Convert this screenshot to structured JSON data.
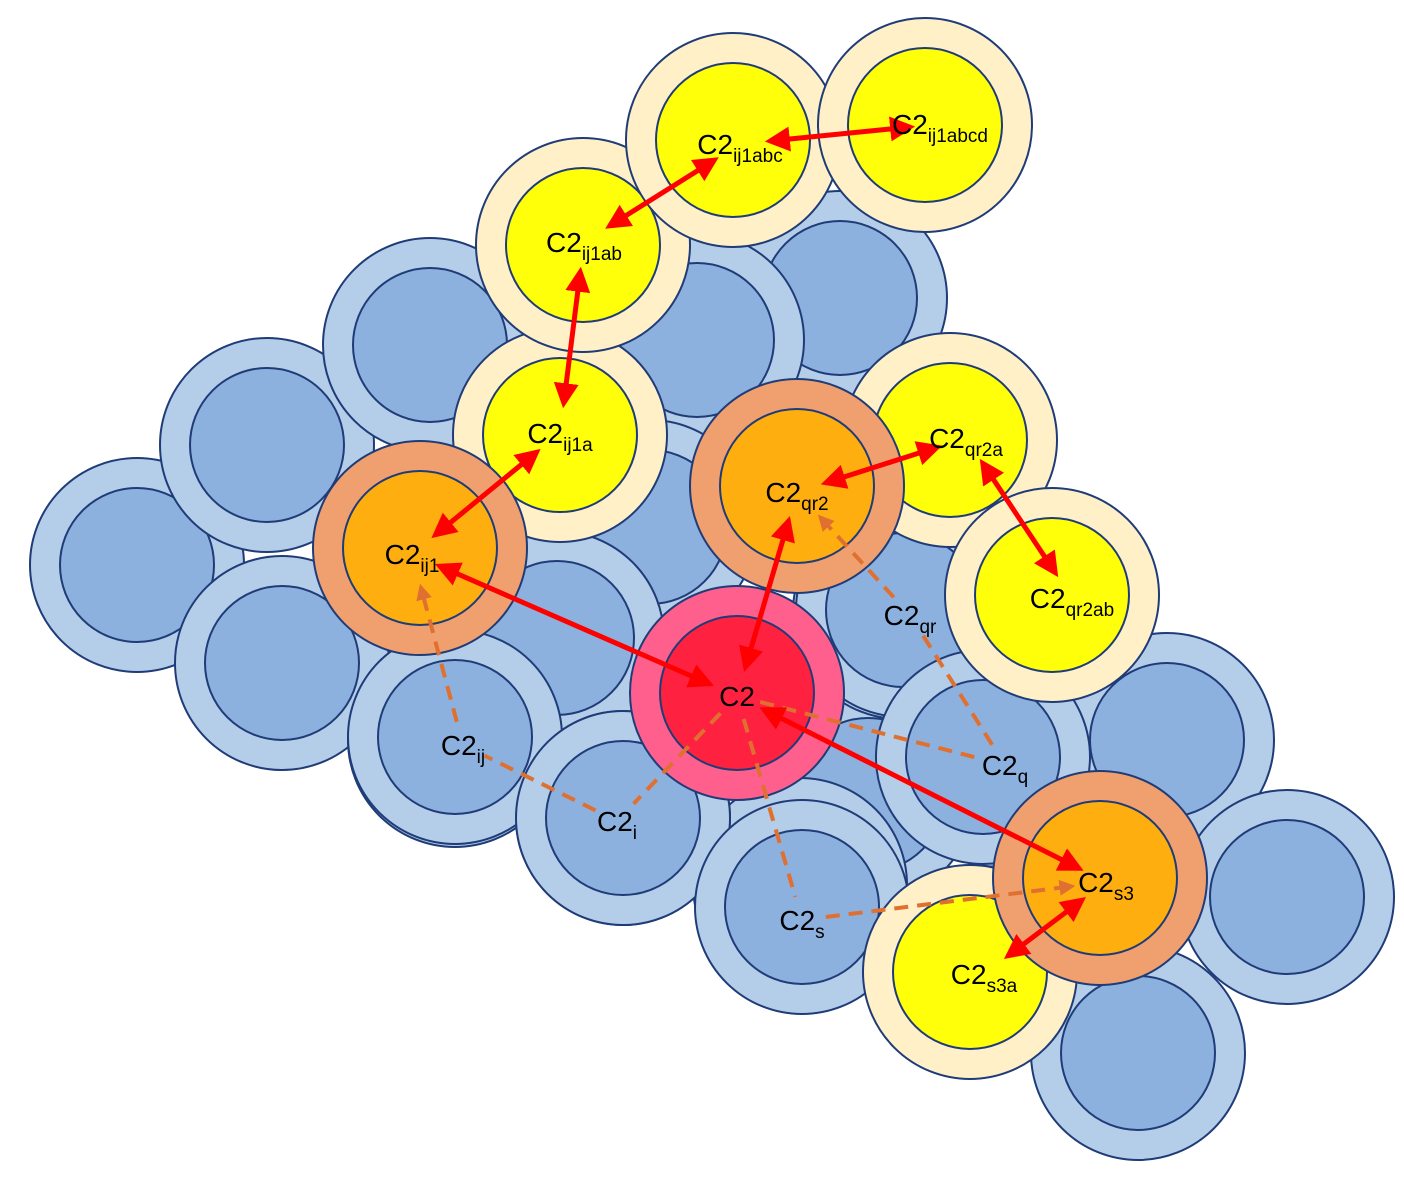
{
  "colors": {
    "blue_outer": "#b4cde9",
    "blue_inner": "#8cb1df",
    "yellow_outer": "#fff0c8",
    "yellow_inner": "#ffff0a",
    "orange_outer": "#f0a06e",
    "orange_inner": "#ffae10",
    "red_outer": "#ff5f8c",
    "red_inner": "#ff2140",
    "stroke": "#1f3c78",
    "solid_arrow": "#ff0000",
    "dashed_arrow": "#e07030"
  },
  "nodes": [
    {
      "id": "c2",
      "kind": "red",
      "base": "C2",
      "sub": ""
    },
    {
      "id": "c2-ij1",
      "kind": "orange",
      "base": "C2",
      "sub": "ij1"
    },
    {
      "id": "c2-qr2",
      "kind": "orange",
      "base": "C2",
      "sub": "qr2"
    },
    {
      "id": "c2-s3",
      "kind": "orange",
      "base": "C2",
      "sub": "s3"
    },
    {
      "id": "c2-ij1a",
      "kind": "yellow",
      "base": "C2",
      "sub": "ij1a"
    },
    {
      "id": "c2-ij1ab",
      "kind": "yellow",
      "base": "C2",
      "sub": "ij1ab"
    },
    {
      "id": "c2-ij1abc",
      "kind": "yellow",
      "base": "C2",
      "sub": "ij1abc"
    },
    {
      "id": "c2-ij1abcd",
      "kind": "yellow",
      "base": "C2",
      "sub": "ij1abcd"
    },
    {
      "id": "c2-qr2a",
      "kind": "yellow",
      "base": "C2",
      "sub": "qr2a"
    },
    {
      "id": "c2-qr2ab",
      "kind": "yellow",
      "base": "C2",
      "sub": "qr2ab"
    },
    {
      "id": "c2-s3a",
      "kind": "yellow",
      "base": "C2",
      "sub": "s3a"
    },
    {
      "id": "c2-ij",
      "kind": "blue",
      "base": "C2",
      "sub": "ij"
    },
    {
      "id": "c2-i",
      "kind": "blue",
      "base": "C2",
      "sub": "i"
    },
    {
      "id": "c2-qr",
      "kind": "blue",
      "base": "C2",
      "sub": "qr"
    },
    {
      "id": "c2-q",
      "kind": "blue",
      "base": "C2",
      "sub": "q"
    },
    {
      "id": "c2-s",
      "kind": "blue",
      "base": "C2",
      "sub": "s"
    }
  ],
  "unlabeled_circles": 17,
  "solid_links": [
    {
      "from": "c2",
      "to": "c2-ij1"
    },
    {
      "from": "c2",
      "to": "c2-qr2"
    },
    {
      "from": "c2",
      "to": "c2-s3"
    },
    {
      "from": "c2-ij1",
      "to": "c2-ij1a"
    },
    {
      "from": "c2-ij1a",
      "to": "c2-ij1ab"
    },
    {
      "from": "c2-ij1ab",
      "to": "c2-ij1abc"
    },
    {
      "from": "c2-ij1abc",
      "to": "c2-ij1abcd"
    },
    {
      "from": "c2-qr2",
      "to": "c2-qr2a"
    },
    {
      "from": "c2-qr2a",
      "to": "c2-qr2ab"
    },
    {
      "from": "c2-s3",
      "to": "c2-s3a"
    }
  ],
  "dashed_links": [
    {
      "from": "c2",
      "to": "c2-i"
    },
    {
      "from": "c2-i",
      "to": "c2-ij"
    },
    {
      "from": "c2-ij",
      "to": "c2-ij1",
      "arrow": true
    },
    {
      "from": "c2",
      "to": "c2-q"
    },
    {
      "from": "c2-q",
      "to": "c2-qr"
    },
    {
      "from": "c2-qr",
      "to": "c2-qr2",
      "arrow": true
    },
    {
      "from": "c2",
      "to": "c2-s"
    },
    {
      "from": "c2-s",
      "to": "c2-s3",
      "arrow": true
    }
  ]
}
